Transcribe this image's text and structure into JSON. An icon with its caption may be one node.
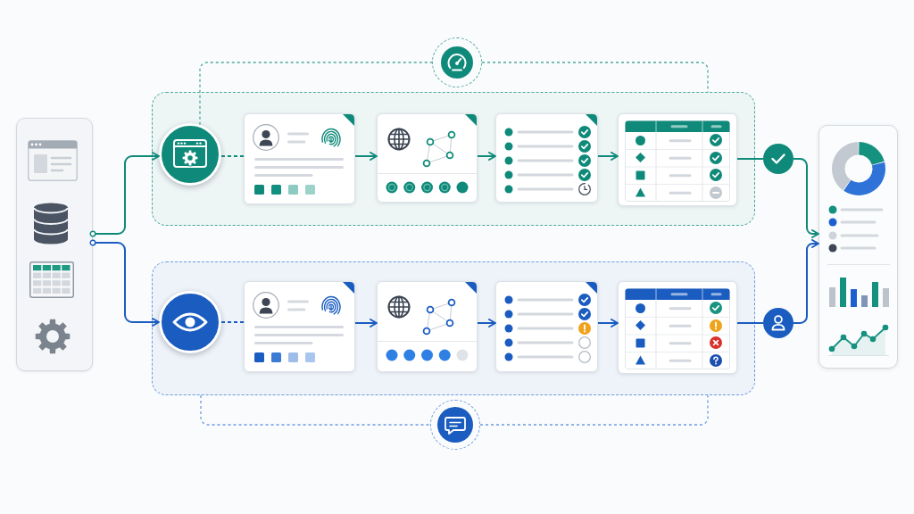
{
  "diagram": {
    "nodes": [
      {
        "text": [],
        "shape": "box"
      },
      {
        "text": [],
        "shape": "box"
      },
      {
        "text": [],
        "shape": "circle",
        "in": 1
      },
      {
        "text": [],
        "shape": "box",
        "in": 1
      },
      {
        "text": [],
        "shape": "box",
        "in": 1
      },
      {
        "text": [],
        "shape": "box",
        "in": 1
      },
      {
        "text": [],
        "shape": "box",
        "in": 1
      },
      {
        "text": [],
        "shape": "circle"
      },
      {
        "text": [],
        "shape": "circle"
      },
      {
        "text": [],
        "shape": "box"
      },
      {
        "text": [],
        "shape": "circle",
        "in": 9
      },
      {
        "text": [],
        "shape": "box",
        "in": 9
      },
      {
        "text": [],
        "shape": "box",
        "in": 9
      },
      {
        "text": [],
        "shape": "box",
        "in": 9
      },
      {
        "text": [],
        "shape": "box",
        "in": 9
      },
      {
        "text": [],
        "shape": "circle"
      },
      {
        "text": [],
        "shape": "circle"
      },
      {
        "text": [],
        "shape": "box"
      }
    ],
    "edges": [
      {
        "from": 0,
        "to": 2,
        "arrow": "to"
      },
      {
        "from": 2,
        "to": 3,
        "arrow": "none",
        "style": "dashed"
      },
      {
        "from": 3,
        "to": 4,
        "arrow": "to"
      },
      {
        "from": 4,
        "to": 5,
        "arrow": "to"
      },
      {
        "from": 5,
        "to": 6,
        "arrow": "to"
      },
      {
        "from": 6,
        "to": 7,
        "arrow": "none"
      },
      {
        "from": 7,
        "to": 17,
        "arrow": "to"
      },
      {
        "from": 2,
        "to": 8,
        "arrow": "none",
        "style": "dashed",
        "color": "#4aa99c"
      },
      {
        "from": 8,
        "to": 1,
        "arrow": "none",
        "style": "dashed",
        "color": "#4aa99c"
      },
      {
        "from": 0,
        "to": 10,
        "arrow": "to",
        "color": "#1a5cc0"
      },
      {
        "from": 10,
        "to": 11,
        "arrow": "none",
        "style": "dashed",
        "color": "#1a5cc0"
      },
      {
        "from": 11,
        "to": 12,
        "arrow": "to",
        "color": "#1a5cc0"
      },
      {
        "from": 12,
        "to": 13,
        "arrow": "to",
        "color": "#1a5cc0"
      },
      {
        "from": 13,
        "to": 14,
        "arrow": "to",
        "color": "#1a5cc0"
      },
      {
        "from": 14,
        "to": 15,
        "arrow": "none",
        "color": "#1a5cc0"
      },
      {
        "from": 15,
        "to": 17,
        "arrow": "to",
        "color": "#1a5cc0"
      },
      {
        "from": 9,
        "to": 16,
        "arrow": "none",
        "style": "dashed",
        "color": "#6d9be3"
      },
      {
        "from": 16,
        "to": 9,
        "arrow": "none",
        "style": "dashed",
        "color": "#6d9be3"
      }
    ]
  }
}
